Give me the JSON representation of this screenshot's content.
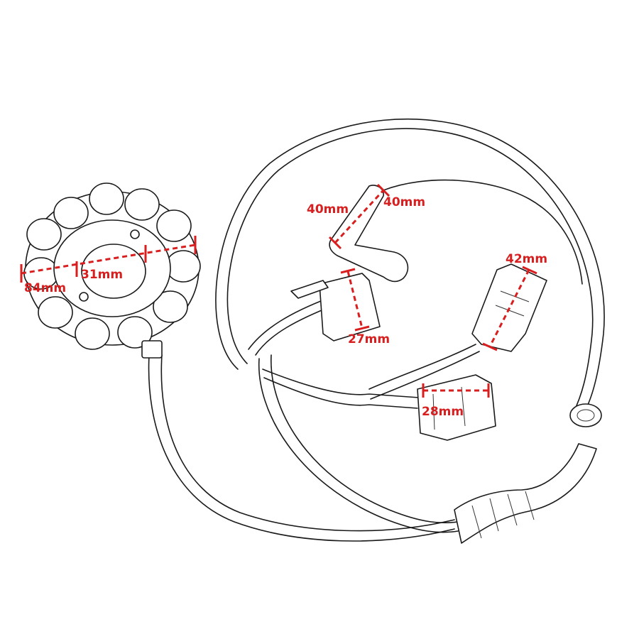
{
  "dimensions": {
    "outer_diameter": "84mm",
    "inner_diameter": "31mm",
    "plug_a_height": "40mm",
    "plug_a_width": "40mm",
    "connector_b": "42mm",
    "connector_c": "27mm",
    "connector_d": "28mm"
  },
  "colors": {
    "dimension": "#d81e1e",
    "outline": "#1a1a1a",
    "background": "#ffffff"
  }
}
